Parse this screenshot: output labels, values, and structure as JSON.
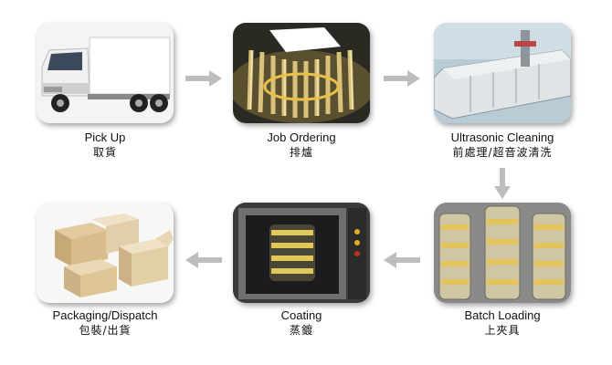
{
  "steps": [
    {
      "id": "pickup",
      "en": "Pick Up",
      "zh": "取貨"
    },
    {
      "id": "job-ordering",
      "en": "Job Ordering",
      "zh": "排爐"
    },
    {
      "id": "ultrasonic-cleaning",
      "en": "Ultrasonic Cleaning",
      "zh": "前處理/超音波清洗"
    },
    {
      "id": "batch-loading",
      "en": "Batch Loading",
      "zh": "上夾具"
    },
    {
      "id": "coating",
      "en": "Coating",
      "zh": "蒸鍍"
    },
    {
      "id": "packaging-dispatch",
      "en": "Packaging/Dispatch",
      "zh": "包裝/出貨"
    }
  ],
  "colors": {
    "arrow": "#b8b8b8",
    "text": "#111111"
  }
}
